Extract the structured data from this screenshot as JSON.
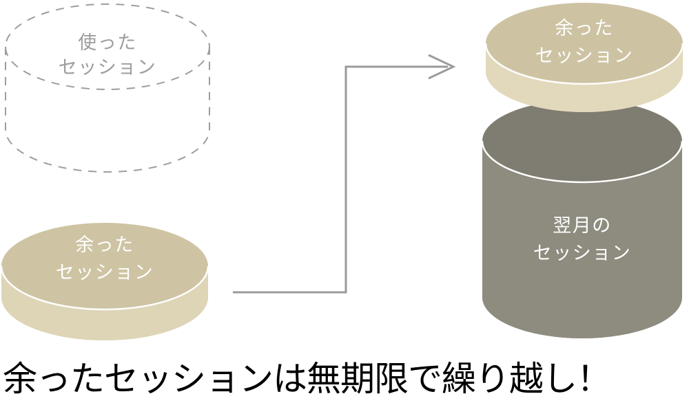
{
  "diagram": {
    "type": "carryover-session-illustration",
    "background_color": "#ffffff",
    "shapes": {
      "used_sessions_cylinder": {
        "label_line1": "使った",
        "label_line2": "セッション",
        "style": "dashed-outline",
        "stroke_color": "#9d9d9d",
        "text_color": "#9d9d9d",
        "fill": "none"
      },
      "leftover_sessions_cylinder": {
        "label_line1": "余った",
        "label_line2": "セッション",
        "style": "solid-filled",
        "body_color": "#ded5b7",
        "top_color": "#cec4a3",
        "text_color": "#ffffff"
      },
      "carried_leftover_sessions_cylinder": {
        "label_line1": "余った",
        "label_line2": "セッション",
        "style": "solid-filled",
        "body_color": "#e2d9bc",
        "top_color": "#cdc3a3",
        "text_color": "#ffffff"
      },
      "next_month_sessions_cylinder": {
        "label_line1": "翌月の",
        "label_line2": "セッション",
        "style": "solid-filled",
        "body_color": "#8e8b7f",
        "top_color": "#7f7c71",
        "text_color": "#ffffff"
      }
    },
    "arrow": {
      "name": "carryover-arrow",
      "color": "#9a9a9a",
      "direction": "right",
      "description": "from leftover sessions up and over to the stacked jar"
    }
  },
  "caption": {
    "text": "余ったセッションは無期限で繰り越し！",
    "color": "#000000"
  }
}
